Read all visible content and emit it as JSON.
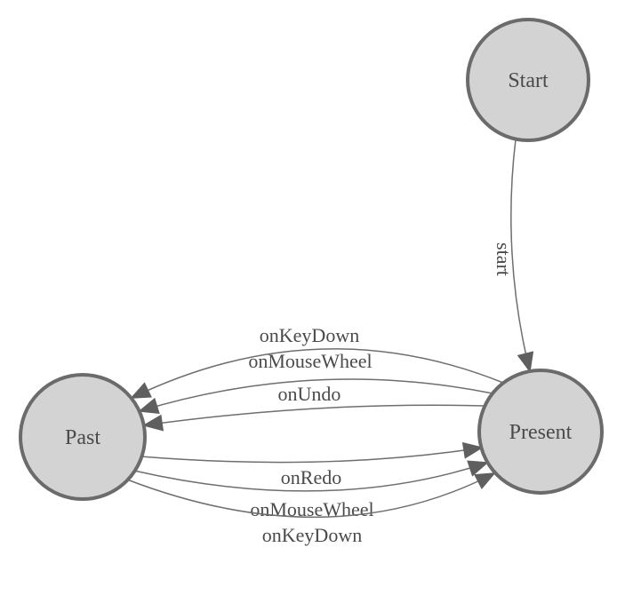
{
  "diagram": {
    "type": "state-machine",
    "nodes": [
      {
        "id": "start",
        "label": "Start"
      },
      {
        "id": "present",
        "label": "Present"
      },
      {
        "id": "past",
        "label": "Past"
      }
    ],
    "edges": [
      {
        "from": "Start",
        "to": "Present",
        "label": "start"
      },
      {
        "from": "Present",
        "to": "Past",
        "label": "onKeyDown"
      },
      {
        "from": "Present",
        "to": "Past",
        "label": "onMouseWheel"
      },
      {
        "from": "Present",
        "to": "Past",
        "label": "onUndo"
      },
      {
        "from": "Past",
        "to": "Present",
        "label": "onRedo"
      },
      {
        "from": "Past",
        "to": "Present",
        "label": "onMouseWheel"
      },
      {
        "from": "Past",
        "to": "Present",
        "label": "onKeyDown"
      }
    ],
    "colors": {
      "background": "#ffffff",
      "node_fill": "#d3d3d3",
      "node_stroke": "#6b6b6b",
      "edge_stroke": "#6e6e6e",
      "arrow_fill": "#5f5f5f",
      "label_color": "#4a4a4a"
    }
  }
}
